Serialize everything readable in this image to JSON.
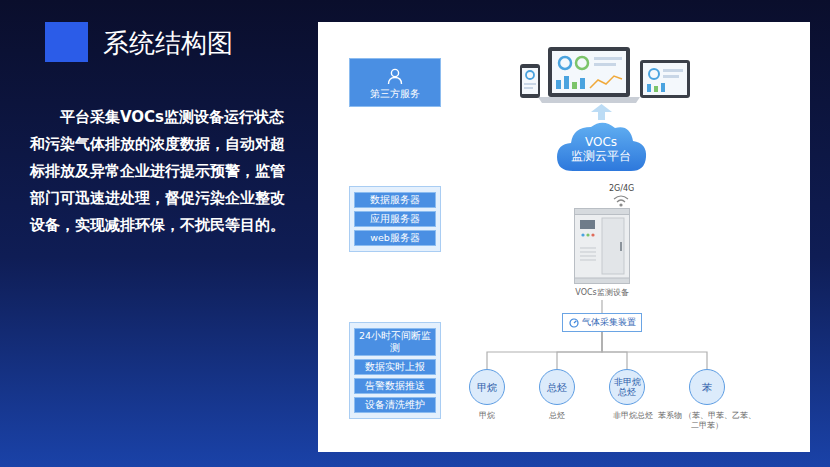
{
  "diagram": {
    "title": "系统结构图",
    "nodes": [
      {
        "text": [
          "第三方服务"
        ]
      },
      {
        "text": []
      },
      {
        "text": [
          "数据服务器"
        ],
        "in": 1
      },
      {
        "text": [
          "应用服务器"
        ],
        "in": 1
      },
      {
        "text": [
          "web服务器"
        ],
        "in": 1
      },
      {
        "text": []
      },
      {
        "text": [
          "24小时不间断监测"
        ],
        "in": 5
      },
      {
        "text": [
          "数据实时上报"
        ],
        "in": 5
      },
      {
        "text": [
          "告警数据推送"
        ],
        "in": 5
      },
      {
        "text": [
          "设备清洗维护"
        ],
        "in": 5
      },
      {
        "text": [
          "VOCs 监测云平台"
        ]
      },
      {
        "text": [
          "VOCs监测设备"
        ]
      },
      {
        "text": [
          "气体采集装置"
        ]
      },
      {
        "text": [
          "甲烷",
          "甲烷"
        ]
      },
      {
        "text": [
          "总烃",
          "总烃"
        ]
      },
      {
        "text": [
          "非甲烷总烃",
          "非甲烷总烃"
        ]
      },
      {
        "text": [
          "苯",
          "苯系物 （苯、甲苯、乙苯、二甲苯）"
        ]
      }
    ],
    "edges": [
      {
        "from": 11,
        "to": 12,
        "arrow": "none"
      },
      {
        "from": 12,
        "to": 13,
        "arrow": "none"
      },
      {
        "from": 12,
        "to": 14,
        "arrow": "none"
      },
      {
        "from": 12,
        "to": 15,
        "arrow": "none"
      },
      {
        "from": 12,
        "to": 16,
        "arrow": "none"
      }
    ],
    "labels": [
      "平台采集VOCs监测设备运行状态和污染气体排放的浓度数据，自动对超标排放及异常企业进行提示预警，监管部门可迅速进处理，督促污染企业整改设备，实现减排环保，不扰民等目的。",
      "2G/4G"
    ]
  }
}
